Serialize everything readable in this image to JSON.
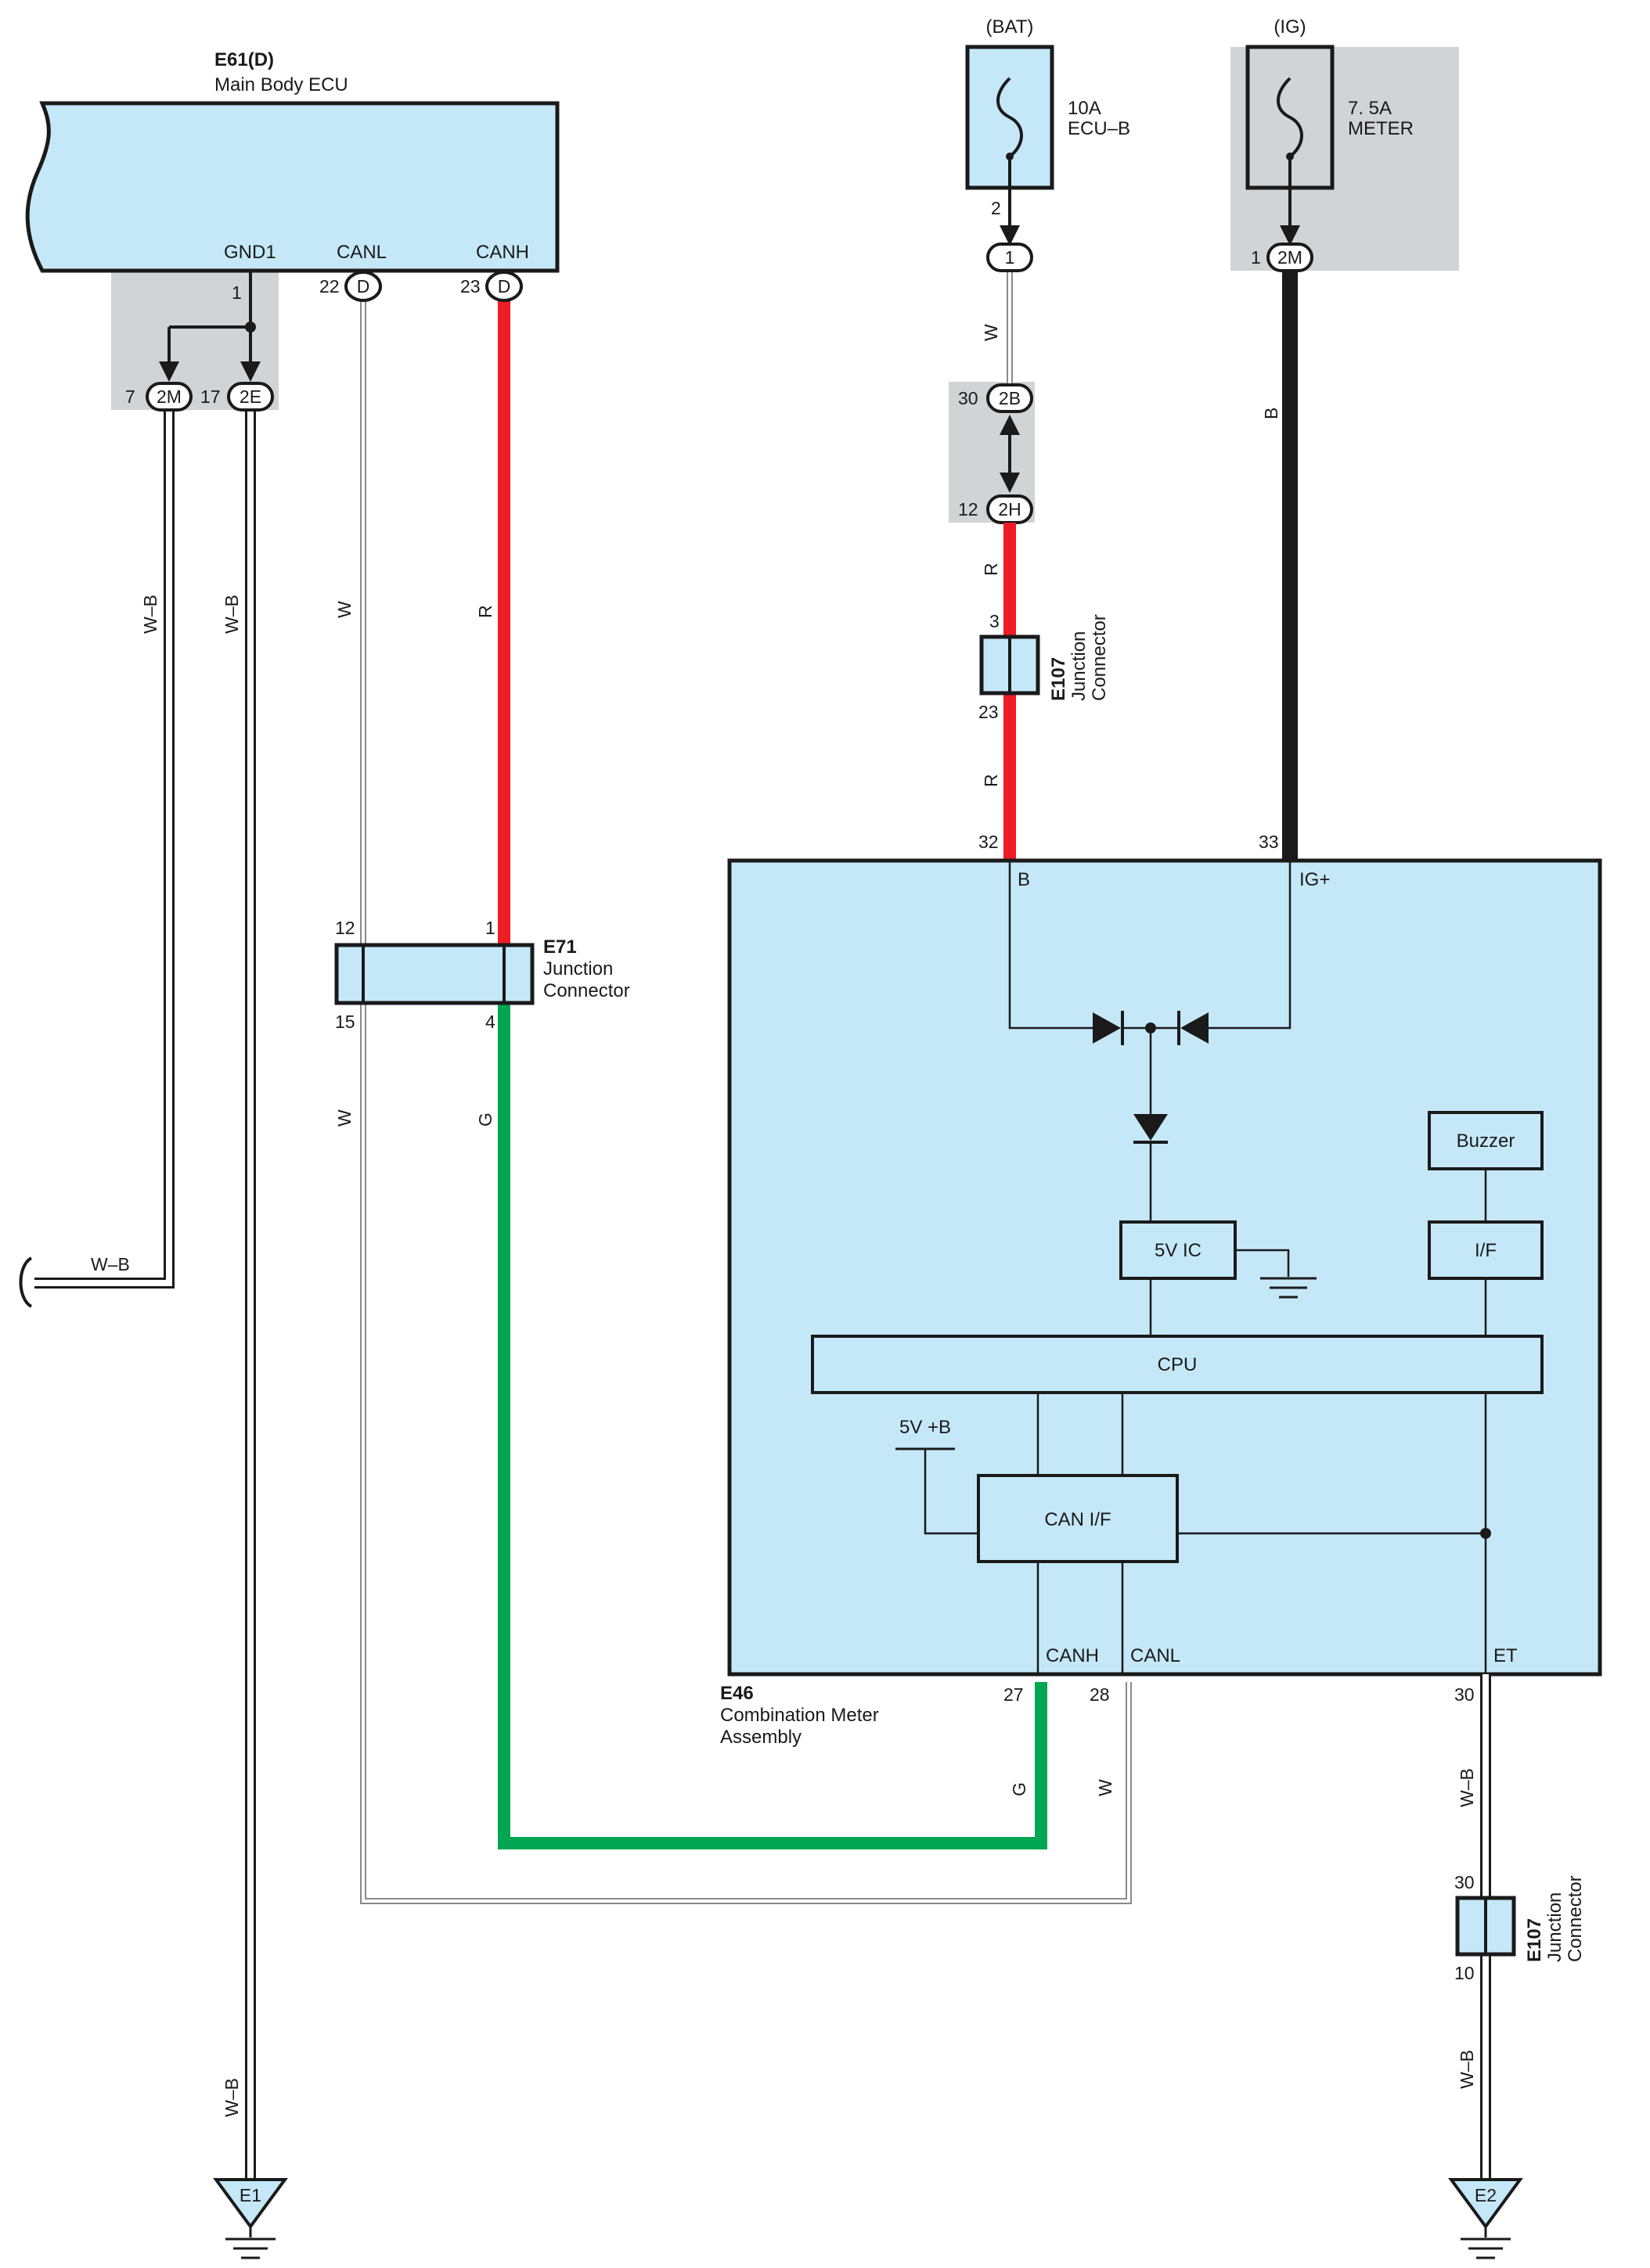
{
  "colors": {
    "red": "#ee1c25",
    "green": "#00a651",
    "black": "#1a1a1a",
    "component_fill": "#c5e8f8",
    "shade": "#d2d3d5"
  },
  "sources": {
    "bat": "(BAT)",
    "ig": "(IG)"
  },
  "fuses": {
    "ecub": {
      "rating": "10A",
      "name": "ECU–B"
    },
    "meter": {
      "rating": "7. 5A",
      "name": "METER"
    }
  },
  "e61": {
    "code": "E61(D)",
    "name": "Main Body ECU",
    "pins": {
      "gnd1": "GND1",
      "canl": "CANL",
      "canh": "CANH"
    }
  },
  "e71": {
    "code": "E71",
    "line1": "Junction",
    "line2": "Connector"
  },
  "e107": {
    "code": "E107",
    "line1": "Junction",
    "line2": "Connector"
  },
  "e46": {
    "code": "E46",
    "line1": "Combination Meter",
    "line2": "Assembly",
    "pins": {
      "b": "B",
      "ig": "IG+",
      "canh": "CANH",
      "canl": "CANL",
      "et": "ET"
    },
    "blocks": {
      "buzzer": "Buzzer",
      "ic": "5V IC",
      "if": "I/F",
      "cpu": "CPU",
      "canif": "CAN I/F",
      "supply": "5V +B"
    }
  },
  "grounds": {
    "e1": "E1",
    "e2": "E2"
  },
  "connectors": {
    "d": "D",
    "m2": "2M",
    "e2": "2E",
    "b2": "2B",
    "h2": "2H",
    "one": "1"
  },
  "pin_numbers": {
    "p1": "1",
    "p2": "2",
    "p3": "3",
    "p4": "4",
    "p7": "7",
    "p10": "10",
    "p12": "12",
    "p15": "15",
    "p17": "17",
    "p22": "22",
    "p23": "23",
    "p27": "27",
    "p28": "28",
    "p30": "30",
    "p32": "32",
    "p33": "33"
  },
  "wire_colors": {
    "w": "W",
    "r": "R",
    "g": "G",
    "b": "B",
    "wb": "W–B"
  }
}
